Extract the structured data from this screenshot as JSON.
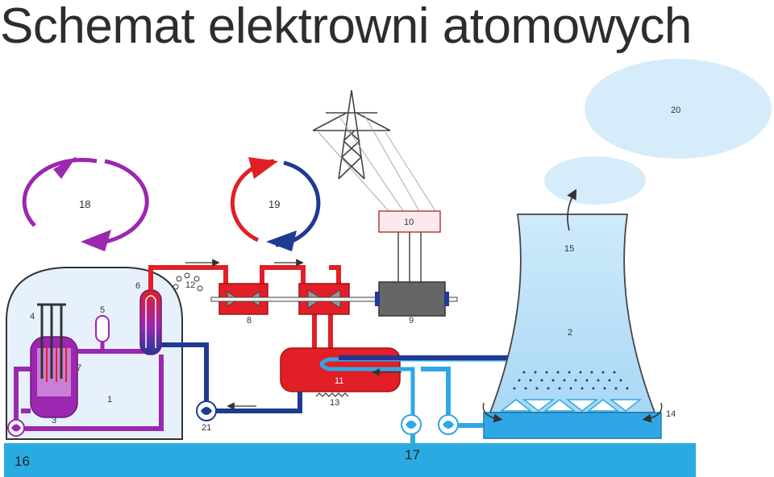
{
  "title": "Schemat elektrowni atomowych",
  "labels": {
    "n1": "1",
    "n2": "2",
    "n3": "3",
    "n4": "4",
    "n5": "5",
    "n6": "6",
    "n7": "7",
    "n8": "8",
    "n9": "9",
    "n10": "10",
    "n11": "11",
    "n12": "12",
    "n13": "13",
    "n14": "14",
    "n15": "15",
    "n16": "16",
    "n17": "17",
    "n18": "18",
    "n19": "19",
    "n20": "20",
    "n21": "21"
  },
  "colors": {
    "primary_loop": "#9c27b0",
    "steam": "#e21f26",
    "condensate": "#1f3a93",
    "cooling_water": "#2fa7e6",
    "building": "#e6f1fb",
    "tower": "#bfe2f7",
    "cloud": "#d7ecfb",
    "ground": "#29abe2"
  }
}
